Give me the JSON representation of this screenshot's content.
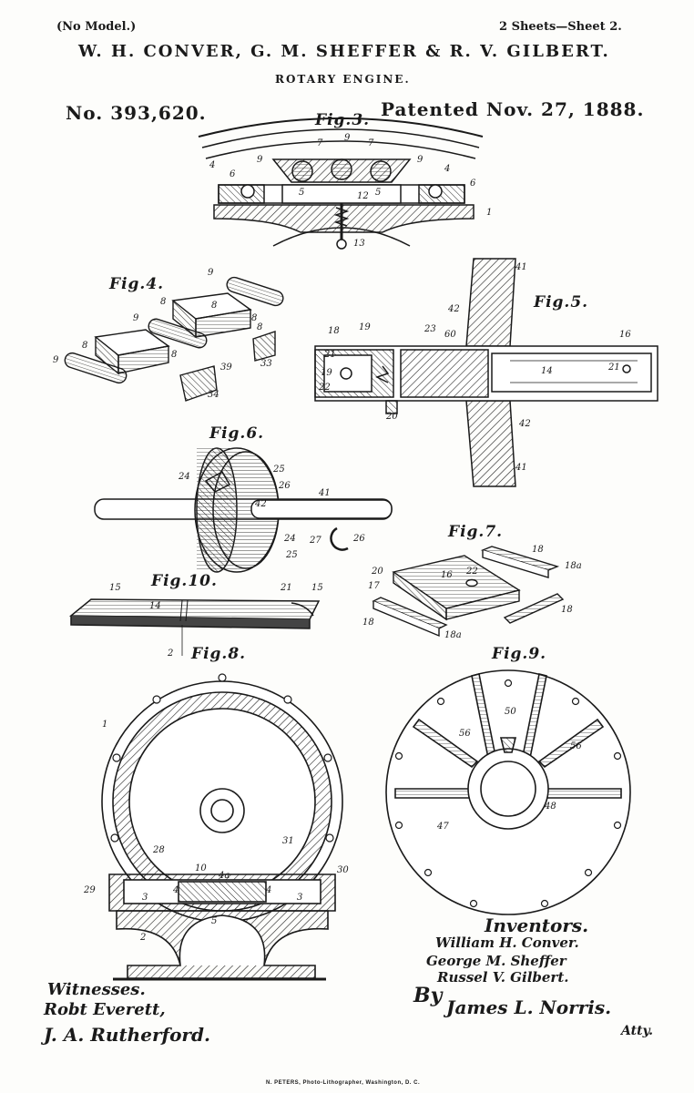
{
  "header": {
    "model": "(No Model.)",
    "sheets": "2 Sheets—Sheet 2.",
    "inventors_names": "W. H. CONVER, G. M. SHEFFER & R. V. GILBERT.",
    "title": "ROTARY ENGINE.",
    "patent_number": "No. 393,620.",
    "patent_date": "Patented Nov. 27, 1888."
  },
  "figures": {
    "fig3": "Fig.3.",
    "fig4": "Fig.4.",
    "fig5": "Fig.5.",
    "fig6": "Fig.6.",
    "fig7": "Fig.7.",
    "fig8": "Fig.8.",
    "fig9": "Fig.9.",
    "fig10": "Fig.10."
  },
  "reference_numerals": {
    "fig3": [
      "9",
      "4",
      "6",
      "7",
      "9",
      "7",
      "9",
      "4",
      "6",
      "5",
      "5",
      "12",
      "1",
      "13"
    ],
    "fig4": [
      "9",
      "8",
      "8",
      "8",
      "8",
      "9",
      "9",
      "8",
      "8",
      "33",
      "39",
      "34"
    ],
    "fig5": [
      "41",
      "42",
      "18",
      "19",
      "23",
      "60",
      "16",
      "21",
      "19",
      "22",
      "14",
      "21",
      "20",
      "42",
      "41"
    ],
    "fig6": [
      "25",
      "24",
      "26",
      "42",
      "41",
      "24",
      "25",
      "27",
      "26"
    ],
    "fig7": [
      "18",
      "20",
      "16",
      "22",
      "18a",
      "17",
      "18",
      "18",
      "18a"
    ],
    "fig10": [
      "15",
      "14",
      "21",
      "15",
      "2"
    ],
    "fig8": [
      "1",
      "28",
      "31",
      "29",
      "10",
      "4a",
      "30",
      "3",
      "4",
      "4",
      "3",
      "5",
      "2"
    ],
    "fig9": [
      "50",
      "56",
      "56",
      "47",
      "48"
    ]
  },
  "inventors": {
    "heading": "Inventors.",
    "names": [
      "William H. Conver.",
      "George M. Sheffer",
      "Russel V. Gilbert."
    ],
    "by": "By",
    "attorney": "James L. Norris.",
    "atty": "Atty."
  },
  "witnesses": {
    "heading": "Witnesses.",
    "names": [
      "Robt Everett,",
      "J. A. Rutherford."
    ]
  },
  "footer": "N. PETERS, Photo-Lithographer, Washington, D. C."
}
